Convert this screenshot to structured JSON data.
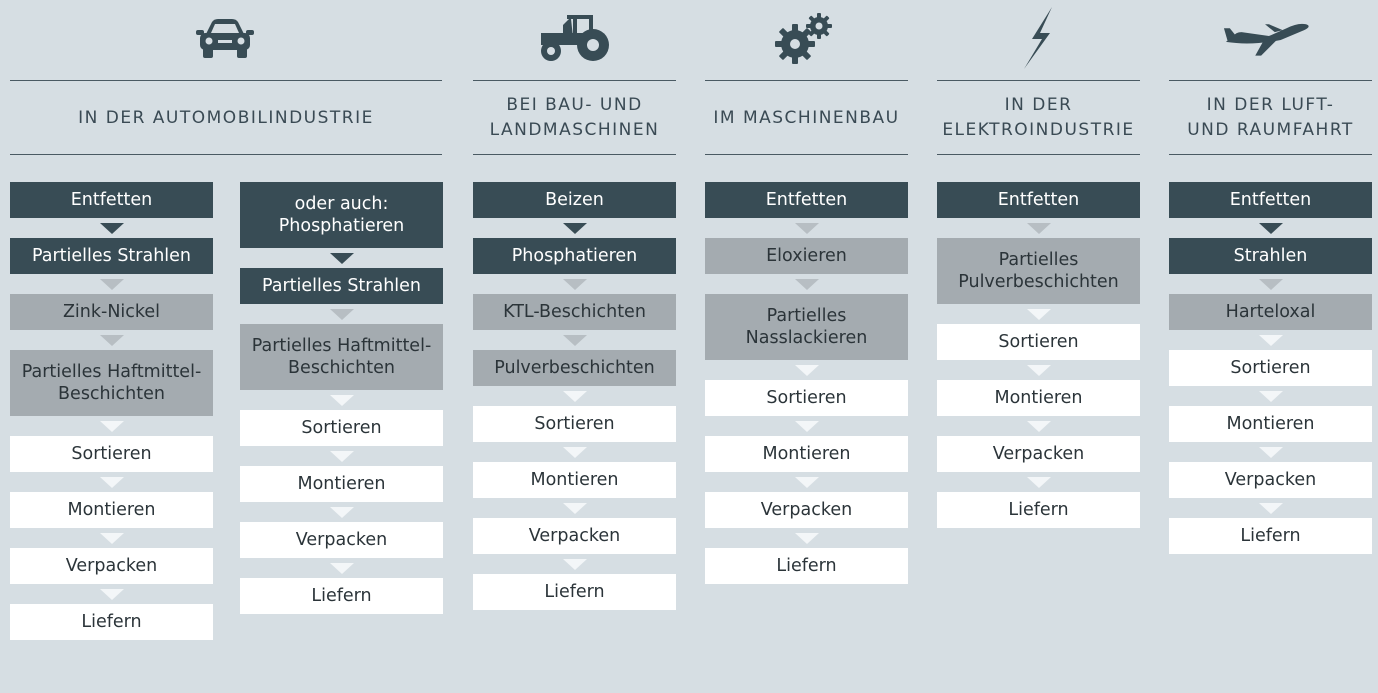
{
  "colors": {
    "background": "#d6dee3",
    "dark_step": "#384c55",
    "gray_step": "#a4abb0",
    "white_step": "#ffffff",
    "heading": "#3a4a54"
  },
  "industries": [
    {
      "icon": "car-icon",
      "heading": "IN DER AUTOMOBILINDUSTRIE"
    },
    {
      "icon": "tractor-icon",
      "heading": "BEI BAU- UND\nLANDMASCHINEN"
    },
    {
      "icon": "gears-icon",
      "heading": "IM MASCHINENBAU"
    },
    {
      "icon": "lightning-icon",
      "heading": "IN DER\nELEKTROINDUSTRIE"
    },
    {
      "icon": "airplane-icon",
      "heading": "IN DER LUFT-\nUND RAUMFAHRT"
    }
  ],
  "columns": [
    {
      "steps": [
        {
          "label": "Entfetten",
          "style": "dark"
        },
        {
          "label": "Partielles Strahlen",
          "style": "dark"
        },
        {
          "label": "Zink-Nickel",
          "style": "gray"
        },
        {
          "label": "Partielles Haftmittel-\nBeschichten",
          "style": "gray"
        },
        {
          "label": "Sortieren",
          "style": "white"
        },
        {
          "label": "Montieren",
          "style": "white"
        },
        {
          "label": "Verpacken",
          "style": "white"
        },
        {
          "label": "Liefern",
          "style": "white"
        }
      ]
    },
    {
      "steps": [
        {
          "label": "oder auch:\nPhosphatieren",
          "style": "dark"
        },
        {
          "label": "Partielles Strahlen",
          "style": "dark"
        },
        {
          "label": "Partielles Haftmittel-\nBeschichten",
          "style": "gray"
        },
        {
          "label": "Sortieren",
          "style": "white"
        },
        {
          "label": "Montieren",
          "style": "white"
        },
        {
          "label": "Verpacken",
          "style": "white"
        },
        {
          "label": "Liefern",
          "style": "white"
        }
      ]
    },
    {
      "steps": [
        {
          "label": "Beizen",
          "style": "dark"
        },
        {
          "label": "Phosphatieren",
          "style": "dark"
        },
        {
          "label": "KTL-Beschichten",
          "style": "gray"
        },
        {
          "label": "Pulverbeschichten",
          "style": "gray"
        },
        {
          "label": "Sortieren",
          "style": "white"
        },
        {
          "label": "Montieren",
          "style": "white"
        },
        {
          "label": "Verpacken",
          "style": "white"
        },
        {
          "label": "Liefern",
          "style": "white"
        }
      ]
    },
    {
      "steps": [
        {
          "label": "Entfetten",
          "style": "dark"
        },
        {
          "label": "Eloxieren",
          "style": "gray"
        },
        {
          "label": "Partielles\nNasslackieren",
          "style": "gray"
        },
        {
          "label": "Sortieren",
          "style": "white"
        },
        {
          "label": "Montieren",
          "style": "white"
        },
        {
          "label": "Verpacken",
          "style": "white"
        },
        {
          "label": "Liefern",
          "style": "white"
        }
      ]
    },
    {
      "steps": [
        {
          "label": "Entfetten",
          "style": "dark"
        },
        {
          "label": "Partielles\nPulverbeschichten",
          "style": "gray"
        },
        {
          "label": "Sortieren",
          "style": "white"
        },
        {
          "label": "Montieren",
          "style": "white"
        },
        {
          "label": "Verpacken",
          "style": "white"
        },
        {
          "label": "Liefern",
          "style": "white"
        }
      ]
    },
    {
      "steps": [
        {
          "label": "Entfetten",
          "style": "dark"
        },
        {
          "label": "Strahlen",
          "style": "dark"
        },
        {
          "label": "Harteloxal",
          "style": "gray"
        },
        {
          "label": "Sortieren",
          "style": "white"
        },
        {
          "label": "Montieren",
          "style": "white"
        },
        {
          "label": "Verpacken",
          "style": "white"
        },
        {
          "label": "Liefern",
          "style": "white"
        }
      ]
    }
  ]
}
